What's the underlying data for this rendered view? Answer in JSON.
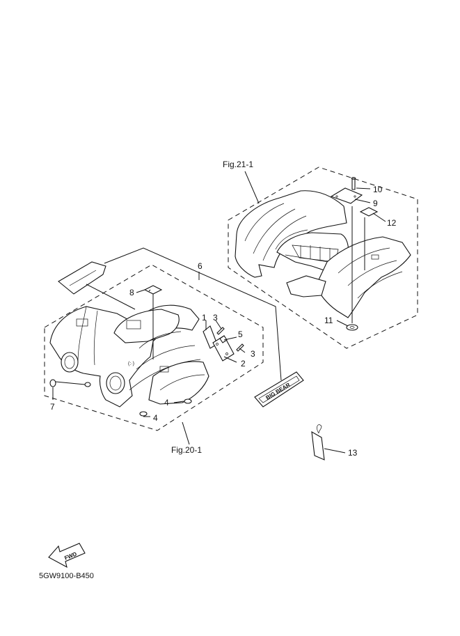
{
  "figure_refs": {
    "rear": "Fig.21-1",
    "front": "Fig.20-1"
  },
  "callouts": {
    "c1": "1",
    "c2": "2",
    "c3a": "3",
    "c3b": "3",
    "c4a": "4",
    "c4b": "4",
    "c5": "5",
    "c6": "6",
    "c7": "7",
    "c8": "8",
    "c9": "9",
    "c10": "10",
    "c11": "11",
    "c12": "12",
    "c13": "13"
  },
  "labels": {
    "decal_text": "BIG BEAR",
    "fwd": "FWD"
  },
  "drawing_code": "5GW9100-B450"
}
